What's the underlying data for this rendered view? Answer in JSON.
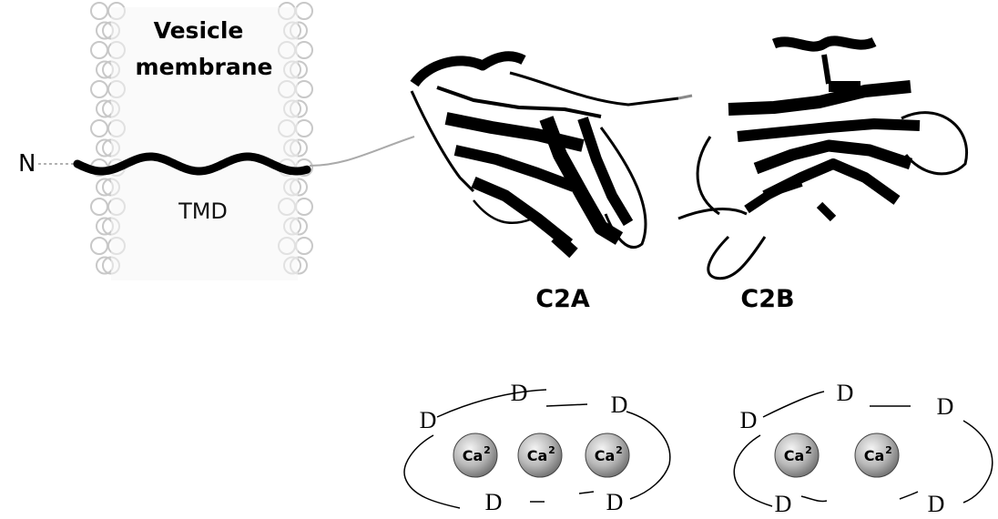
{
  "membrane": {
    "title_line1": "Vesicle",
    "title_line2": "membrane",
    "tmd_label": "TMD",
    "n_terminus": "N"
  },
  "domains": [
    {
      "label": "C2A"
    },
    {
      "label": "C2B"
    }
  ],
  "calcium_sites": [
    {
      "ions": [
        "Ca2+",
        "Ca2+",
        "Ca2+"
      ],
      "residues": [
        "D",
        "D",
        "D",
        "D",
        "D"
      ]
    },
    {
      "ions": [
        "Ca2+",
        "Ca2+"
      ],
      "residues": [
        "D",
        "D",
        "D",
        "D",
        "D"
      ]
    }
  ],
  "ion_glyph": {
    "base": "Ca",
    "sup": "2"
  },
  "colors": {
    "ink": "#000000",
    "membrane_bead": "#c8c8c8",
    "sphere_light": "#f2f2f2",
    "sphere_dark": "#7a7a7a"
  }
}
